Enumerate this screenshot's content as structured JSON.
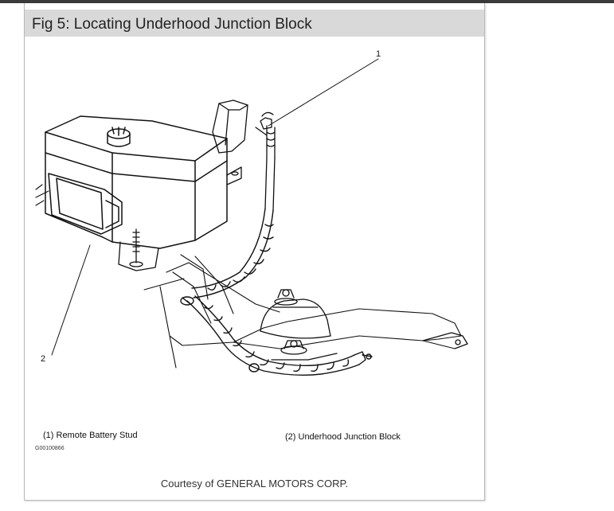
{
  "figure": {
    "title": "Fig 5: Locating Underhood Junction Block",
    "callouts": [
      {
        "number": "1",
        "legend_text": "(1)  Remote Battery Stud"
      },
      {
        "number": "2",
        "legend_text": "(2)  Underhood Junction Block"
      }
    ],
    "image_id": "G00100866",
    "credit": "Courtesy of GENERAL MOTORS CORP."
  }
}
